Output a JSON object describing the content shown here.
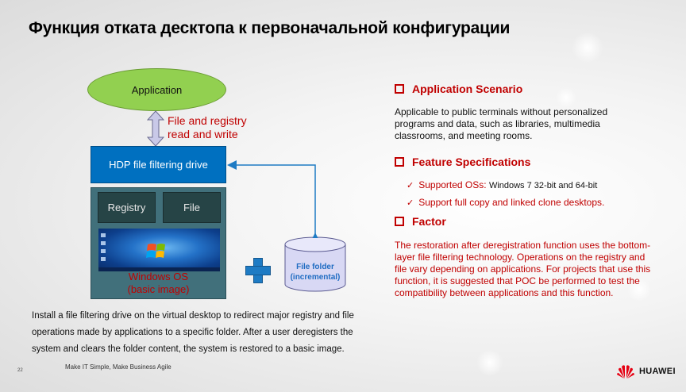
{
  "title": "Функция отката десктопа к первоначальной конфигурации",
  "diagram": {
    "application_label": "Application",
    "arrow_label_line1": "File and registry",
    "arrow_label_line2": "read and write",
    "hdp_label": "HDP file filtering drive",
    "registry_label": "Registry",
    "file_label": "File",
    "windows_label_line1": "Windows OS",
    "windows_label_line2": "(basic image)",
    "folder_label_line1": "File folder",
    "folder_label_line2": "(incremental)"
  },
  "bottom_text": "Install a file filtering drive on the virtual desktop to redirect major registry and file operations made by applications to a  specific folder. After a user deregisters the system and clears the folder content, the system is restored to a basic image.",
  "right": {
    "scenario_heading": "Application  Scenario",
    "scenario_text": "Applicable to public terminals without personalized programs and data, such as libraries, multimedia classrooms, and meeting rooms.",
    "spec_heading": "Feature  Specifications",
    "spec_1_prefix": "Supported OSs: ",
    "spec_1_detail": "Windows 7 32-bit and 64-bit",
    "spec_2": "Support full copy and linked clone desktops.",
    "factor_heading": "Factor",
    "factor_text": "The restoration after deregistration function uses the bottom-layer file filtering technology. Operations on the registry and file vary depending on applications. For projects that use this function, it is suggested that POC be performed to test the compatibility between applications and this function."
  },
  "footer": {
    "page_number": "22",
    "slogan": "Make IT Simple,  Make Business  Agile",
    "brand": "HUAWEI"
  },
  "colors": {
    "accent_red": "#c00000",
    "application_green": "#92d050",
    "hdp_blue": "#0070c0",
    "os_teal": "#41707b"
  }
}
